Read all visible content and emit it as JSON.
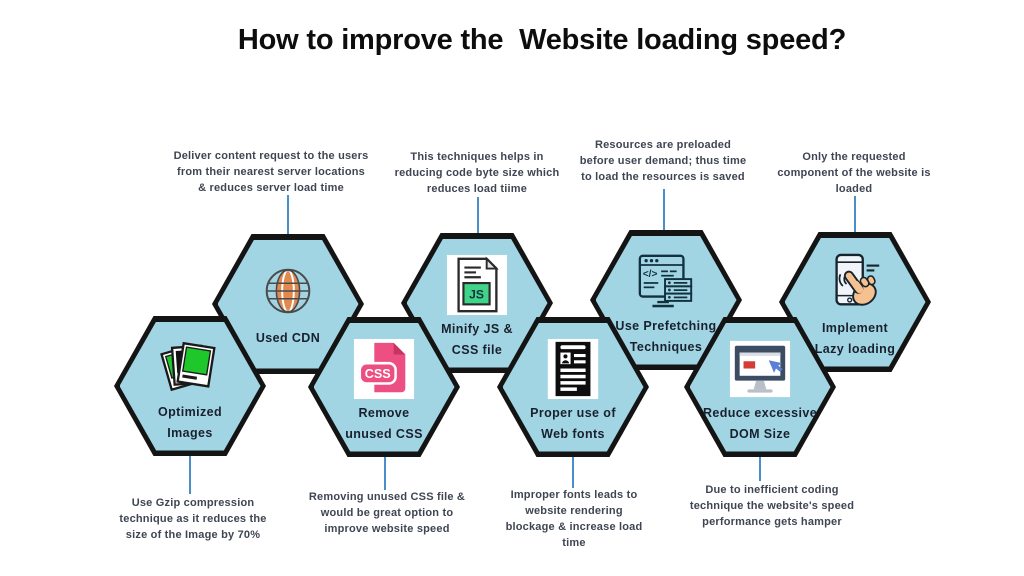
{
  "title": "How to improve the  Website loading speed?",
  "hexagons": [
    {
      "label_lines": [
        "Optimized",
        "Images"
      ],
      "icon": "photos-icon",
      "description_lines": [
        "Use Gzip compression",
        "technique as it reduces the",
        "size of the Image by 70%"
      ]
    },
    {
      "label_lines": [
        "Used CDN"
      ],
      "icon": "globe-icon",
      "description_lines": [
        "Deliver content request to the users",
        "from their nearest server locations",
        "& reduces server load time"
      ]
    },
    {
      "label_lines": [
        "Remove",
        "unused CSS"
      ],
      "icon": "css-file-icon",
      "description_lines": [
        "Removing unused CSS file &",
        "would be great option to",
        "improve website speed"
      ]
    },
    {
      "label_lines": [
        "Minify JS &",
        "CSS file"
      ],
      "icon": "js-file-icon",
      "description_lines": [
        "This techniques helps in",
        "reducing code byte size which",
        "reduces load tiime"
      ]
    },
    {
      "label_lines": [
        "Proper use of",
        "Web fonts"
      ],
      "icon": "webfont-document-icon",
      "description_lines": [
        "Improper fonts leads to",
        "website rendering",
        "blockage & increase load",
        "time"
      ]
    },
    {
      "label_lines": [
        "Use Prefetching",
        "Techniques"
      ],
      "icon": "prefetch-browser-icon",
      "description_lines": [
        "Resources are preloaded",
        "before user demand; thus time",
        "to load the resources is saved"
      ]
    },
    {
      "label_lines": [
        "Reduce excessive",
        "DOM Size"
      ],
      "icon": "dom-monitor-icon",
      "description_lines": [
        "Due to inefficient coding",
        "technique the website's speed",
        "performance gets hamper"
      ]
    },
    {
      "label_lines": [
        "Implement",
        "Lazy loading"
      ],
      "icon": "lazy-loading-phone-icon",
      "description_lines": [
        "Only the requested",
        "component of the website is",
        "loaded"
      ]
    }
  ],
  "icon_labels": {
    "css_badge": "CSS",
    "js_badge": "JS"
  },
  "colors": {
    "hexagon_fill": "#a2d5e4",
    "hexagon_border": "#141414",
    "connector_line": "#4a8fc7",
    "label_text": "#19212e",
    "description_text": "#3f4552",
    "css_pink": "#ed4f82",
    "css_pink_dark": "#c9335f",
    "js_green": "#3fd488",
    "globe_orange": "#e08a52",
    "image_green": "#1ec82b",
    "monitor_navy": "#3c4d63",
    "alert_red": "#d43d35",
    "cursor_blue": "#5b7fd4",
    "hand_skin": "#f6c18e"
  }
}
